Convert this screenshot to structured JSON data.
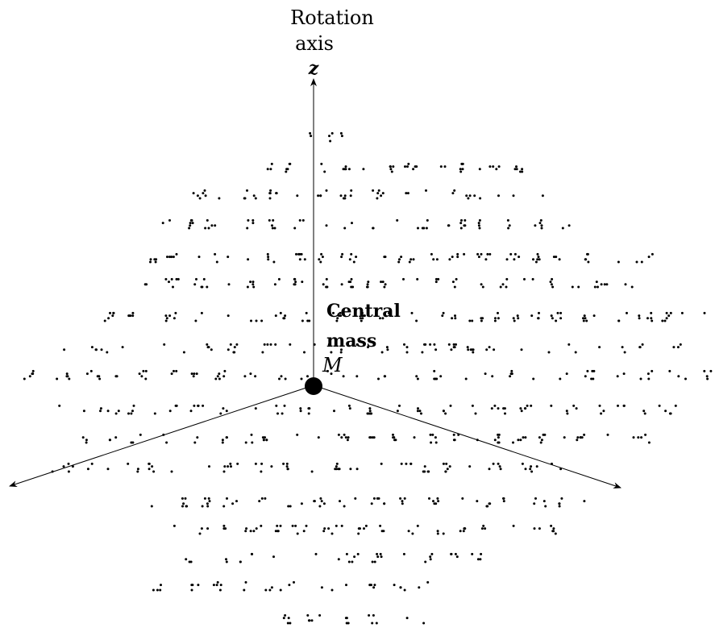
{
  "labels": {
    "rotation_line1": "Rotation",
    "rotation_line2": "axis",
    "z_axis": "z",
    "central_line1": "Central",
    "central_line2": "mass",
    "mass_symbol": "M"
  },
  "style": {
    "ink": "#000000",
    "background": "#ffffff"
  },
  "particles": {
    "description_visible": false,
    "rows": 17
  }
}
